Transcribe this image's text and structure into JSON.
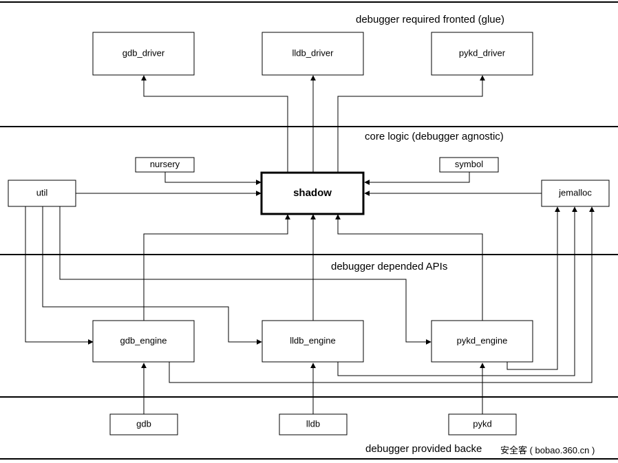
{
  "layers": [
    {
      "id": "frontend",
      "label": "debugger required fronted (glue)"
    },
    {
      "id": "core",
      "label": "core logic (debugger agnostic)"
    },
    {
      "id": "apis",
      "label": "debugger depended APIs"
    },
    {
      "id": "backend",
      "label": "debugger provided backe"
    }
  ],
  "nodes": {
    "gdb_driver": "gdb_driver",
    "lldb_driver": "lldb_driver",
    "pykd_driver": "pykd_driver",
    "nursery": "nursery",
    "symbol": "symbol",
    "util": "util",
    "shadow": "shadow",
    "jemalloc": "jemalloc",
    "gdb_engine": "gdb_engine",
    "lldb_engine": "lldb_engine",
    "pykd_engine": "pykd_engine",
    "gdb": "gdb",
    "lldb": "lldb",
    "pykd": "pykd"
  },
  "edges": [
    {
      "from": "shadow",
      "to": "gdb_driver"
    },
    {
      "from": "shadow",
      "to": "lldb_driver"
    },
    {
      "from": "shadow",
      "to": "pykd_driver"
    },
    {
      "from": "nursery",
      "to": "shadow"
    },
    {
      "from": "symbol",
      "to": "shadow"
    },
    {
      "from": "util",
      "to": "shadow"
    },
    {
      "from": "jemalloc",
      "to": "shadow"
    },
    {
      "from": "gdb_engine",
      "to": "shadow"
    },
    {
      "from": "lldb_engine",
      "to": "shadow"
    },
    {
      "from": "pykd_engine",
      "to": "shadow"
    },
    {
      "from": "util",
      "to": "gdb_engine"
    },
    {
      "from": "util",
      "to": "lldb_engine"
    },
    {
      "from": "util",
      "to": "pykd_engine"
    },
    {
      "from": "gdb_engine",
      "to": "jemalloc"
    },
    {
      "from": "lldb_engine",
      "to": "jemalloc"
    },
    {
      "from": "pykd_engine",
      "to": "jemalloc"
    },
    {
      "from": "gdb",
      "to": "gdb_engine"
    },
    {
      "from": "lldb",
      "to": "lldb_engine"
    },
    {
      "from": "pykd",
      "to": "pykd_engine"
    }
  ],
  "watermark": "安全客 ( bobao.360.cn )"
}
